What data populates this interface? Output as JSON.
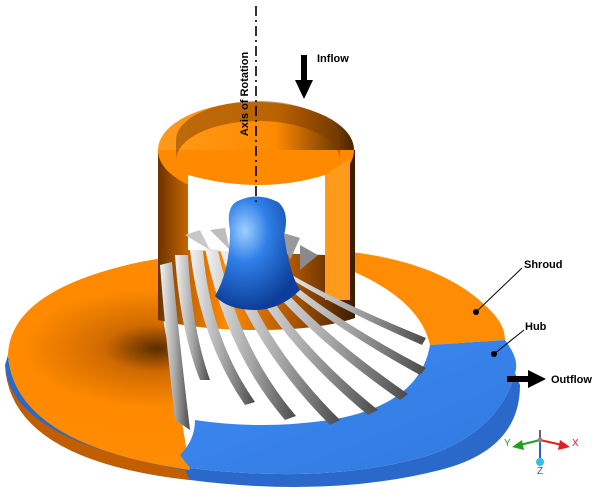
{
  "labels": {
    "axis_of_rotation": "Axis of Rotation",
    "inflow": "Inflow",
    "shroud": "Shroud",
    "hub": "Hub",
    "outflow": "Outflow"
  },
  "triad": {
    "x": "X",
    "y": "Y",
    "z": "Z"
  },
  "colors": {
    "shroud": "#ff8a00",
    "hub": "#3a86f0",
    "blade": "#d8d8d8",
    "triad_x": "#e02020",
    "triad_y": "#20a020",
    "triad_z": "#2060e0"
  }
}
